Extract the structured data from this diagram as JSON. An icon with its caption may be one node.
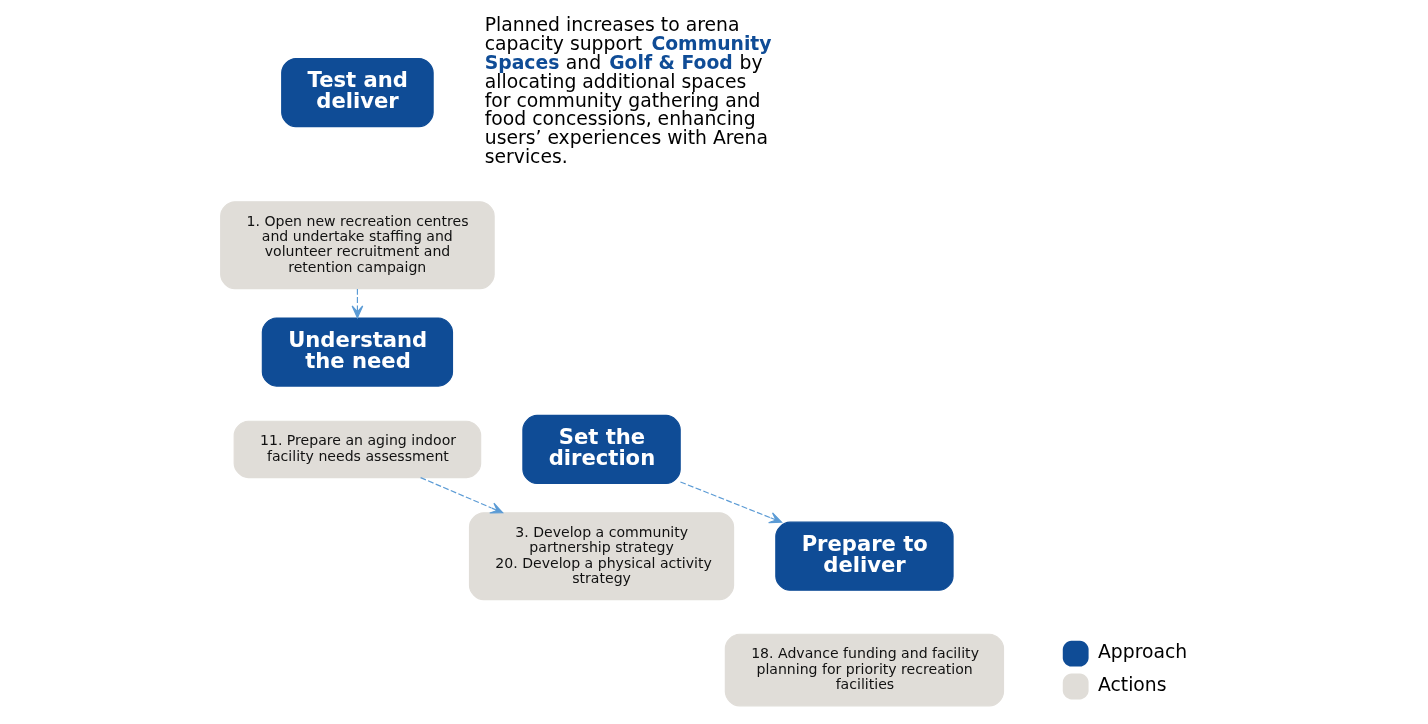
{
  "diagram": {
    "nodes": [
      {
        "text": [
          "Test and deliver"
        ]
      },
      {
        "text": [
          "1. Open new recreation centres and undertake staffing and volunteer recruitment and retention campaign"
        ]
      },
      {
        "text": [
          "Understand the need"
        ]
      },
      {
        "text": [
          "11. Prepare an aging indoor facility needs assessment"
        ]
      },
      {
        "text": [
          "Set the direction"
        ]
      },
      {
        "text": [
          "3. Develop a community partnership strategy",
          "20. Develop a physical activity strategy"
        ]
      },
      {
        "text": [
          "Prepare to deliver"
        ]
      },
      {
        "text": [
          "18. Advance funding and facility planning for priority recreation facilities"
        ]
      }
    ],
    "edges": [
      {
        "from": 1,
        "to": 2,
        "arrow": "to",
        "style": "dashed"
      },
      {
        "from": 3,
        "to": 5,
        "arrow": "to",
        "style": "dashed"
      },
      {
        "from": 4,
        "to": 6,
        "arrow": "to",
        "style": "dashed"
      }
    ],
    "labels": [
      "Planned increases to arena capacity support **Community Spaces** and **Golf & Food** by allocating additional spaces for community gathering and food concessions, enhancing users’ experiences with Arena services."
    ],
    "legend": [
      {
        "text": "Approach",
        "color": "#0f4c96"
      },
      {
        "text": "Actions",
        "color": "#e0ddd8"
      }
    ]
  }
}
